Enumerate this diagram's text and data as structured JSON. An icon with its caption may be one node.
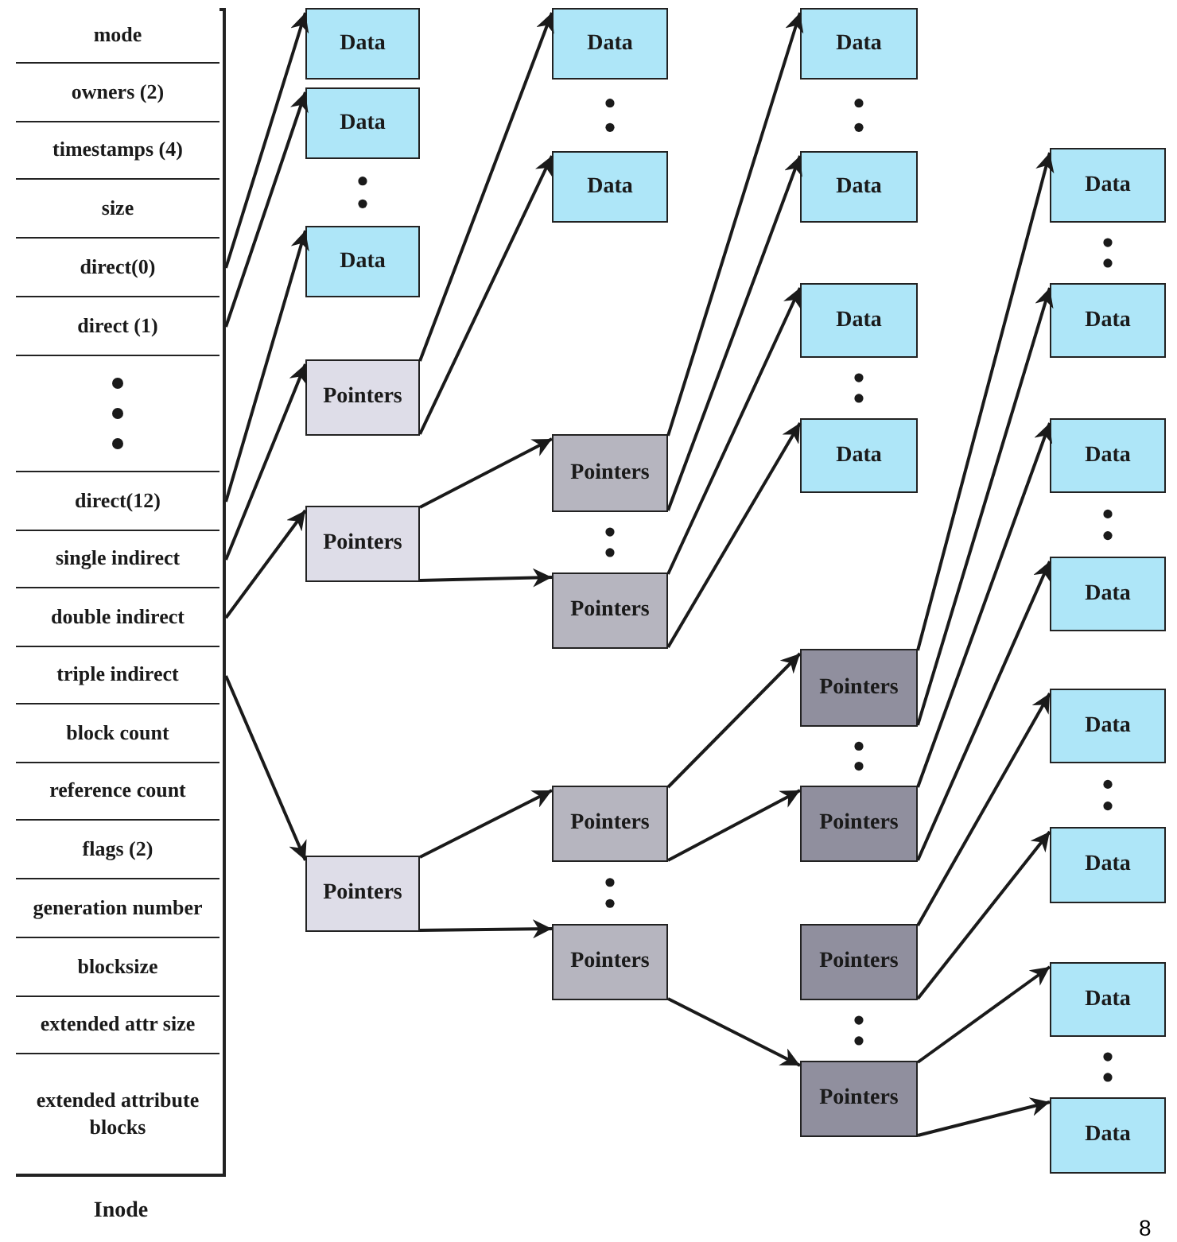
{
  "diagram": {
    "nodes": [
      {
        "text": [
          "Inode"
        ]
      },
      {
        "text": [
          "mode"
        ],
        "in": 0
      },
      {
        "text": [
          "owners (2)"
        ],
        "in": 0
      },
      {
        "text": [
          "timestamps (4)"
        ],
        "in": 0
      },
      {
        "text": [
          "size"
        ],
        "in": 0
      },
      {
        "text": [
          "direct(0)"
        ],
        "in": 0
      },
      {
        "text": [
          "direct (1)"
        ],
        "in": 0
      },
      {
        "text": [],
        "shape": "box",
        "in": 0
      },
      {
        "text": [
          "direct(12)"
        ],
        "in": 0
      },
      {
        "text": [
          "single indirect"
        ],
        "in": 0
      },
      {
        "text": [
          "double  indirect"
        ],
        "in": 0
      },
      {
        "text": [
          "triple indirect"
        ],
        "in": 0
      },
      {
        "text": [
          "block count"
        ],
        "in": 0
      },
      {
        "text": [
          "reference count"
        ],
        "in": 0
      },
      {
        "text": [
          "flags (2)"
        ],
        "in": 0
      },
      {
        "text": [
          "generation number"
        ],
        "in": 0
      },
      {
        "text": [
          "blocksize"
        ],
        "in": 0
      },
      {
        "text": [
          "extended attr size"
        ],
        "in": 0
      },
      {
        "text": [
          "extended attribute blocks"
        ],
        "in": 0
      },
      {
        "text": [
          "Data"
        ]
      },
      {
        "text": [
          "Data"
        ]
      },
      {
        "text": [
          "Data"
        ]
      },
      {
        "text": [
          "Pointers"
        ]
      },
      {
        "text": [
          "Pointers"
        ]
      },
      {
        "text": [
          "Pointers"
        ]
      },
      {
        "text": [
          "Data"
        ]
      },
      {
        "text": [
          "Data"
        ]
      },
      {
        "text": [
          "Pointers"
        ]
      },
      {
        "text": [
          "Pointers"
        ]
      },
      {
        "text": [
          "Pointers"
        ]
      },
      {
        "text": [
          "Pointers"
        ]
      },
      {
        "text": [
          "Data"
        ]
      },
      {
        "text": [
          "Data"
        ]
      },
      {
        "text": [
          "Data"
        ]
      },
      {
        "text": [
          "Data"
        ]
      },
      {
        "text": [
          "Pointers"
        ]
      },
      {
        "text": [
          "Pointers"
        ]
      },
      {
        "text": [
          "Pointers"
        ]
      },
      {
        "text": [
          "Pointers"
        ]
      },
      {
        "text": [
          "Data"
        ]
      },
      {
        "text": [
          "Data"
        ]
      },
      {
        "text": [
          "Data"
        ]
      },
      {
        "text": [
          "Data"
        ]
      },
      {
        "text": [
          "Data"
        ]
      },
      {
        "text": [
          "Data"
        ]
      },
      {
        "text": [
          "Data"
        ]
      },
      {
        "text": [
          "Data"
        ]
      }
    ],
    "edges": [
      {
        "from": 5,
        "to": 19,
        "arrow": "to"
      },
      {
        "from": 6,
        "to": 20,
        "arrow": "to"
      },
      {
        "from": 8,
        "to": 21,
        "arrow": "to"
      },
      {
        "from": 9,
        "to": 22,
        "arrow": "to"
      },
      {
        "from": 10,
        "to": 23,
        "arrow": "to"
      },
      {
        "from": 11,
        "to": 24,
        "arrow": "to"
      },
      {
        "from": 22,
        "to": 25,
        "arrow": "to"
      },
      {
        "from": 22,
        "to": 26,
        "arrow": "to"
      },
      {
        "from": 23,
        "to": 27,
        "arrow": "to"
      },
      {
        "from": 23,
        "to": 28,
        "arrow": "to"
      },
      {
        "from": 27,
        "to": 31,
        "arrow": "to"
      },
      {
        "from": 27,
        "to": 32,
        "arrow": "to"
      },
      {
        "from": 28,
        "to": 33,
        "arrow": "to"
      },
      {
        "from": 28,
        "to": 34,
        "arrow": "to"
      },
      {
        "from": 24,
        "to": 29,
        "arrow": "to"
      },
      {
        "from": 24,
        "to": 30,
        "arrow": "to"
      },
      {
        "from": 29,
        "to": 35,
        "arrow": "to"
      },
      {
        "from": 29,
        "to": 36,
        "arrow": "to"
      },
      {
        "from": 30,
        "to": 38,
        "arrow": "to"
      },
      {
        "from": 35,
        "to": 39,
        "arrow": "to"
      },
      {
        "from": 35,
        "to": 40,
        "arrow": "to"
      },
      {
        "from": 36,
        "to": 41,
        "arrow": "to"
      },
      {
        "from": 36,
        "to": 42,
        "arrow": "to"
      },
      {
        "from": 37,
        "to": 43,
        "arrow": "to"
      },
      {
        "from": 37,
        "to": 44,
        "arrow": "to"
      },
      {
        "from": 38,
        "to": 45,
        "arrow": "to"
      },
      {
        "from": 38,
        "to": 46,
        "arrow": "to"
      }
    ],
    "labels": [
      "8"
    ]
  }
}
